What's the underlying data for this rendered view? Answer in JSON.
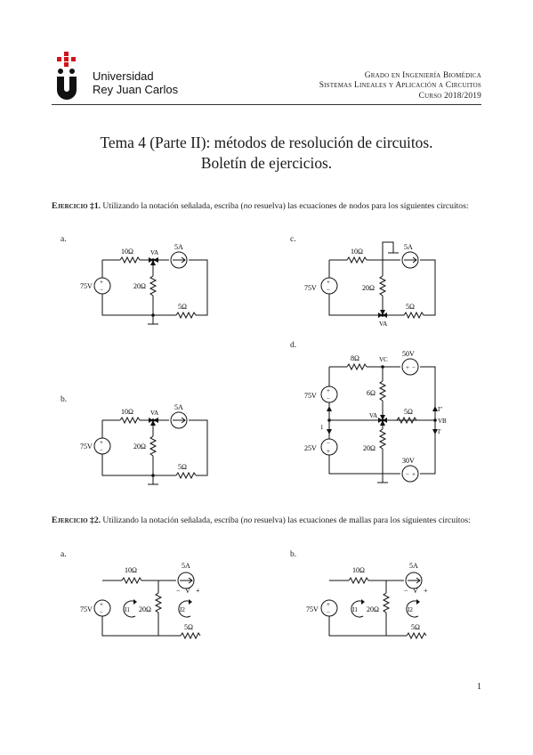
{
  "header": {
    "university_line1": "Universidad",
    "university_line2": "Rey Juan Carlos",
    "degree": "Grado en Ingeniería Biomédica",
    "course": "Sistemas Lineales y Aplicación a Circuitos",
    "year": "Curso 2018/2019"
  },
  "title": {
    "line1": "Tema 4 (Parte II): métodos de resolución de circuitos.",
    "line2": "Boletín de ejercicios."
  },
  "exercise1": {
    "head": "Ejercicio ‡1.",
    "text_before": " Utilizando la notación señalada, escriba (",
    "emph": "no",
    "text_after": " resuelva) las ecuaciones de nodos para los siguientes circuitos:"
  },
  "exercise2": {
    "head": "Ejercicio ‡2.",
    "text_before": " Utilizando la notación señalada, escriba (",
    "emph": "no",
    "text_after": " resuelva) las ecuaciones de mallas para los siguientes circuitos:"
  },
  "labels": {
    "a": "a.",
    "b": "b.",
    "c": "c.",
    "d": "d."
  },
  "values": {
    "r10": "10Ω",
    "r20": "20Ω",
    "r5": "5Ω",
    "r8": "8Ω",
    "r6": "6Ω",
    "i5": "5A",
    "v75": "75V",
    "v25": "25V",
    "v50": "50V",
    "v30": "30V",
    "va": "VA",
    "vc": "VC",
    "vb": "VB",
    "ip": "I'",
    "ipp": "I''",
    "one": "1",
    "i1": "I1",
    "i2": "I2",
    "minus": "−",
    "vv": "V",
    "plus": "+"
  },
  "page_number": "1"
}
